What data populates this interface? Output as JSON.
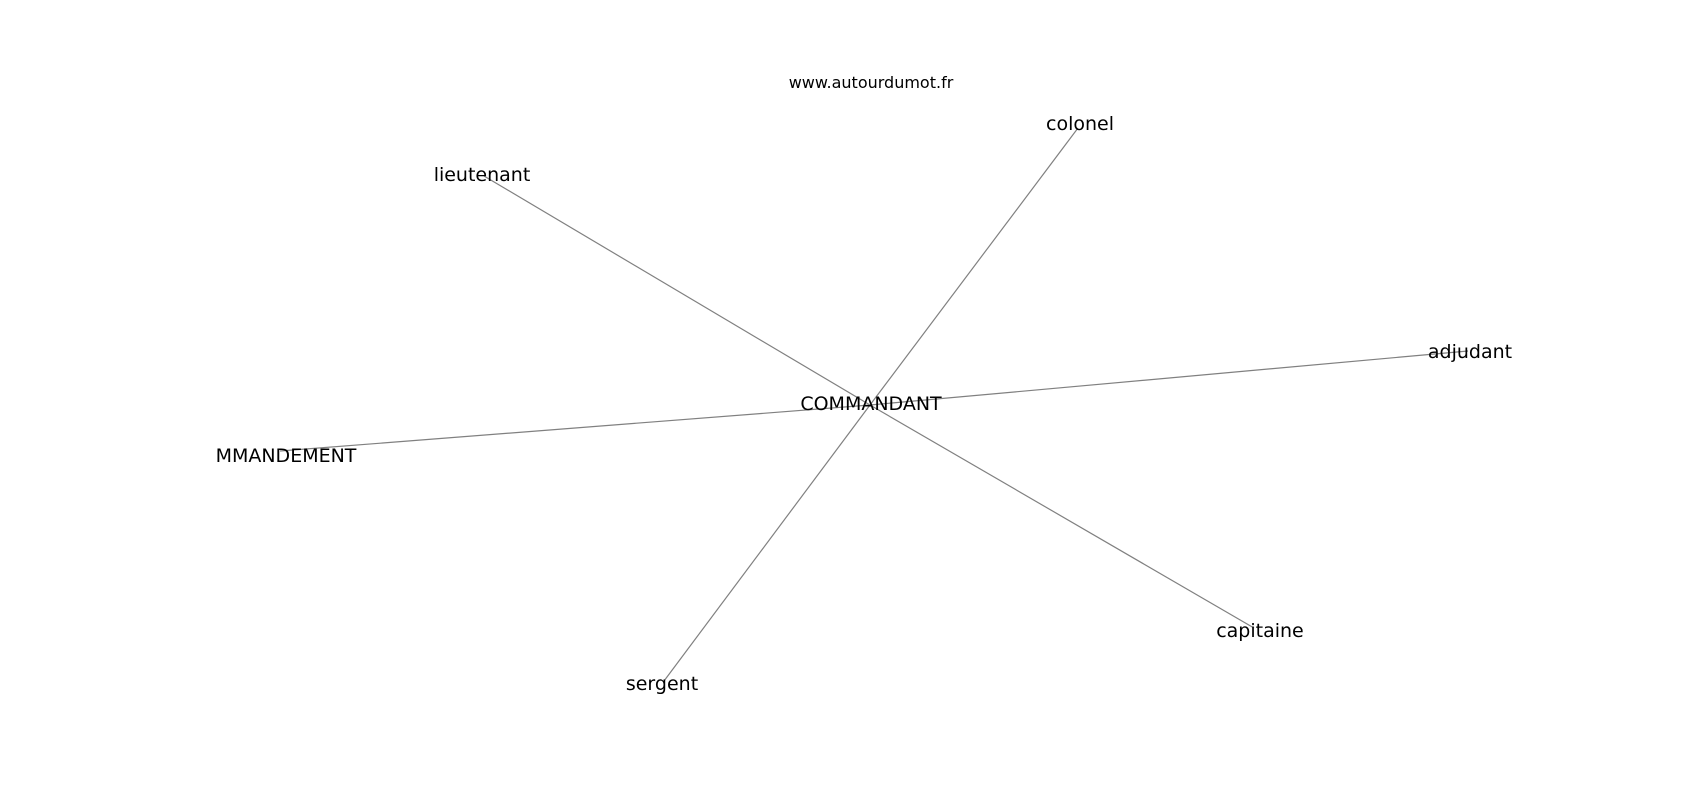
{
  "source_text": "www.autourdumot.fr",
  "center": {
    "id": "center",
    "label": "COMMANDANT"
  },
  "nodes": [
    {
      "id": "colonel",
      "label": "colonel"
    },
    {
      "id": "lieutenant",
      "label": "lieutenant"
    },
    {
      "id": "adjudant",
      "label": "adjudant"
    },
    {
      "id": "mmandement",
      "label": "MMANDEMENT"
    },
    {
      "id": "capitaine",
      "label": "capitaine"
    },
    {
      "id": "sergent",
      "label": "sergent"
    }
  ],
  "edges": [
    {
      "from": "center",
      "to": "colonel"
    },
    {
      "from": "center",
      "to": "lieutenant"
    },
    {
      "from": "center",
      "to": "adjudant"
    },
    {
      "from": "center",
      "to": "mmandement"
    },
    {
      "from": "center",
      "to": "capitaine"
    },
    {
      "from": "center",
      "to": "sergent"
    }
  ],
  "colors": {
    "edge": "#808080",
    "text": "#000000",
    "background": "#ffffff"
  }
}
